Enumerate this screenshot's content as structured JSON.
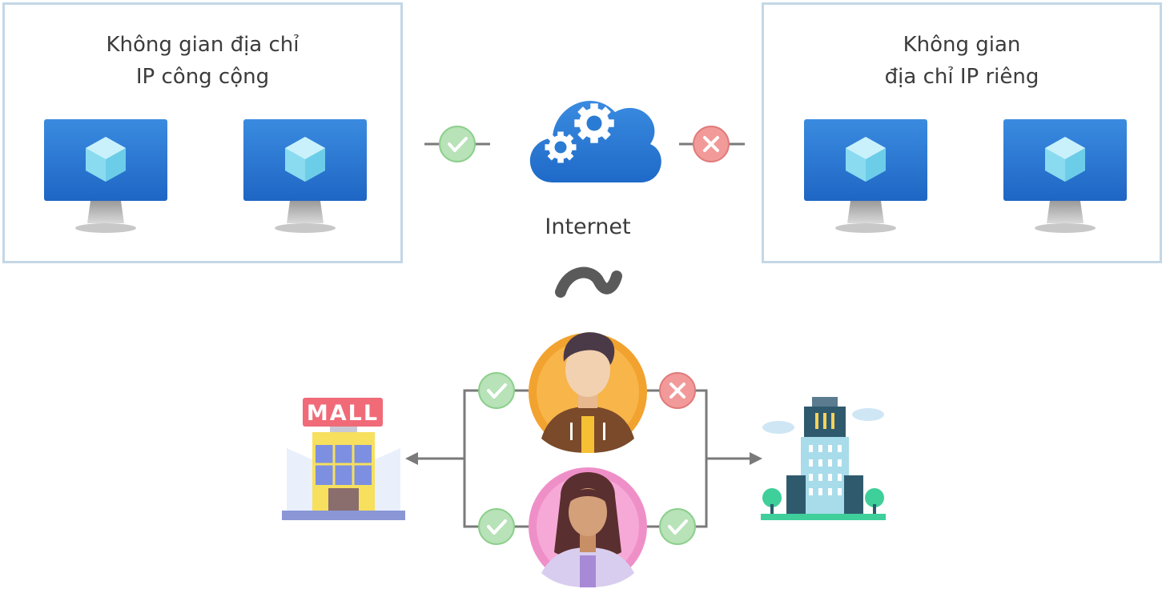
{
  "public_space": {
    "title_line1": "Không gian địa chỉ",
    "title_line2": "IP công cộng"
  },
  "private_space": {
    "title_line1": "Không gian",
    "title_line2": "địa chỉ IP riêng"
  },
  "internet": {
    "label": "Internet"
  },
  "mall": {
    "sign": "MALL"
  },
  "colors": {
    "panel_border": "#c3d7e6",
    "monitor_blue": "#2f7ed8",
    "allowed_green": "#a8d8a8",
    "blocked_red": "#ef8b8b",
    "cloud_blue": "#2a7bd3",
    "connector_gray": "#7a7a7a"
  },
  "icons": [
    "monitor-icon",
    "cloud-gears-icon",
    "check-icon",
    "cross-icon",
    "tilde-icon",
    "man-avatar",
    "woman-avatar",
    "mall-building-icon",
    "office-building-icon"
  ]
}
